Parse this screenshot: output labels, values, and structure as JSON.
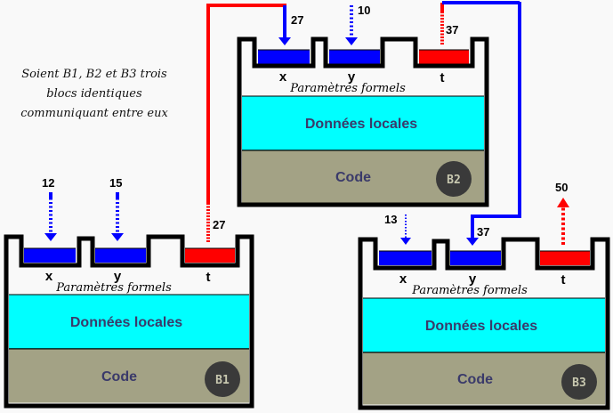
{
  "intro": {
    "lines": [
      "Soient B1, B2 et B3 trois",
      "blocs identiques",
      "communiquant entre eux"
    ]
  },
  "colors": {
    "input_param": "#0000ff",
    "output_param": "#ff0000",
    "local_data": "#00ffff",
    "code": "#a3a285",
    "badge": "#3a3a3a",
    "border": "#000000",
    "background": "#f9f9f9"
  },
  "block_labels": {
    "formal_params": "Paramètres formels",
    "local_data": "Données locales",
    "code": "Code"
  },
  "blocks": [
    {
      "id": "B1",
      "badge": "B1",
      "params": [
        {
          "name": "x",
          "kind": "input",
          "value": "12"
        },
        {
          "name": "y",
          "kind": "input",
          "value": "15"
        },
        {
          "name": "t",
          "kind": "output",
          "value": "27"
        }
      ]
    },
    {
      "id": "B2",
      "badge": "B2",
      "params": [
        {
          "name": "x",
          "kind": "input",
          "value": "27"
        },
        {
          "name": "y",
          "kind": "input",
          "value": "10"
        },
        {
          "name": "t",
          "kind": "output",
          "value": "37"
        }
      ]
    },
    {
      "id": "B3",
      "badge": "B3",
      "params": [
        {
          "name": "x",
          "kind": "input",
          "value": "13"
        },
        {
          "name": "y",
          "kind": "input",
          "value": "37"
        },
        {
          "name": "t",
          "kind": "output",
          "value": "50"
        }
      ]
    }
  ],
  "connections": [
    {
      "from": "B1.t",
      "to": "B2.x",
      "value": "27"
    },
    {
      "from": "B2.t",
      "to": "B3.y",
      "value": "37"
    }
  ]
}
